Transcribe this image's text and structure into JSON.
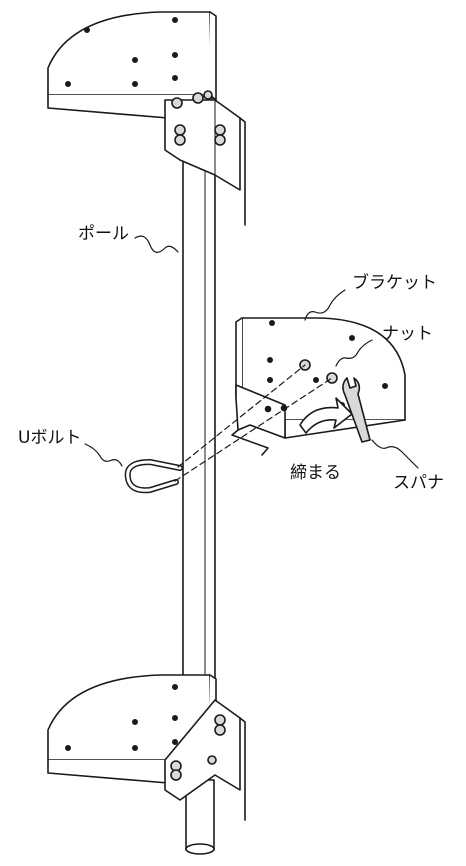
{
  "labels": {
    "pole": "ポール",
    "bracket": "ブラケット",
    "nut": "ナット",
    "u_bolt": "Uボルト",
    "tighten": "締まる",
    "spanner": "スパナ"
  },
  "colors": {
    "line": "#1a1a1a",
    "fill": "#ffffff",
    "shade": "#d9d9d9",
    "dark": "#333333"
  }
}
